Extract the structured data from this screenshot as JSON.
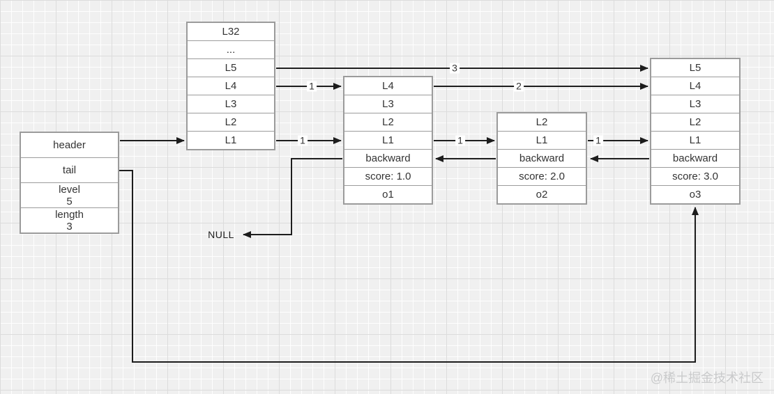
{
  "watermark": "@稀土掘金技术社区",
  "labels": {
    "null_text": "NULL",
    "l5_span": "3",
    "l4_span_from_header": "1",
    "l4_span_from_node1": "2",
    "l1_span_from_header": "1",
    "l1_span_from_node1": "1",
    "l1_span_from_node2": "1"
  },
  "header_box": {
    "rows": [
      {
        "title": "header"
      },
      {
        "title": "tail"
      },
      {
        "title": "level",
        "value": "5"
      },
      {
        "title": "length",
        "value": "3"
      }
    ]
  },
  "level_column": {
    "cells": [
      "L32",
      "...",
      "L5",
      "L4",
      "L3",
      "L2",
      "L1"
    ]
  },
  "node1": {
    "cells": [
      "L4",
      "L3",
      "L2",
      "L1",
      "backward",
      "score: 1.0",
      "o1"
    ]
  },
  "node2": {
    "cells": [
      "L2",
      "L1",
      "backward",
      "score: 2.0",
      "o2"
    ]
  },
  "node3": {
    "cells": [
      "L5",
      "L4",
      "L3",
      "L2",
      "L1",
      "backward",
      "score: 3.0",
      "o3"
    ]
  }
}
